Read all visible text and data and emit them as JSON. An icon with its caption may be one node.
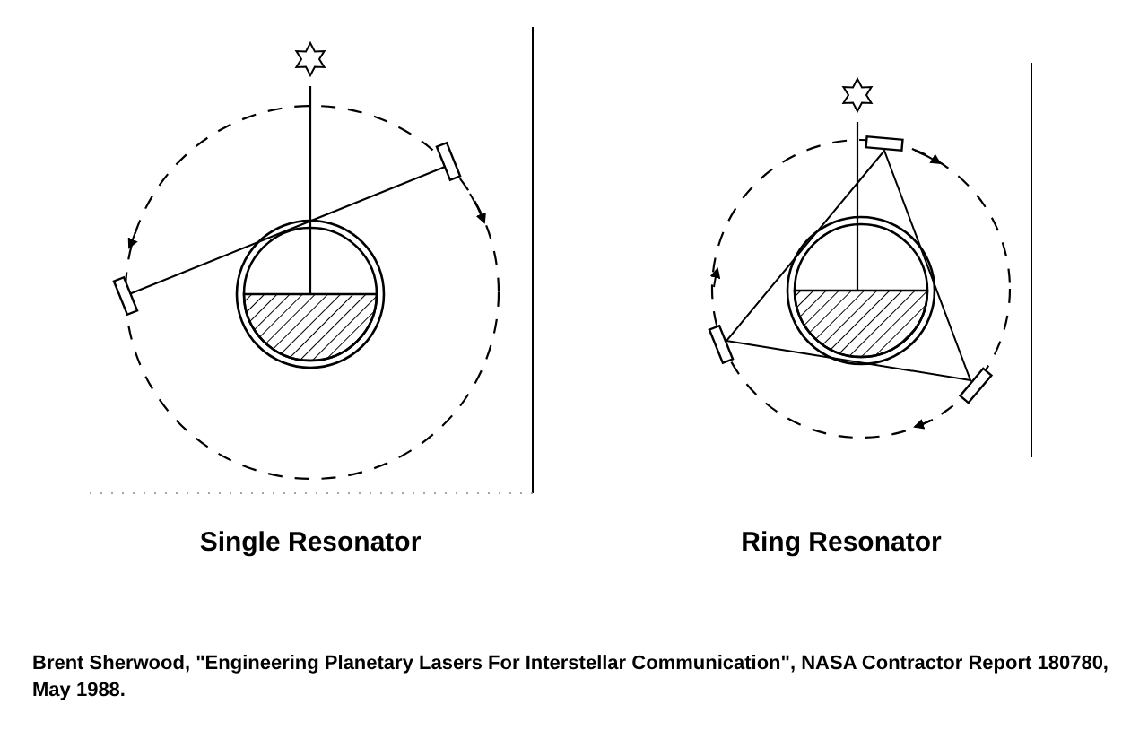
{
  "diagram": {
    "caption": "Brent Sherwood, \"Engineering Planetary Lasers For Interstellar Communication\", NASA Contractor Report 180780, May 1988.",
    "labels": [
      "Single Resonator",
      "Ring Resonator"
    ]
  }
}
